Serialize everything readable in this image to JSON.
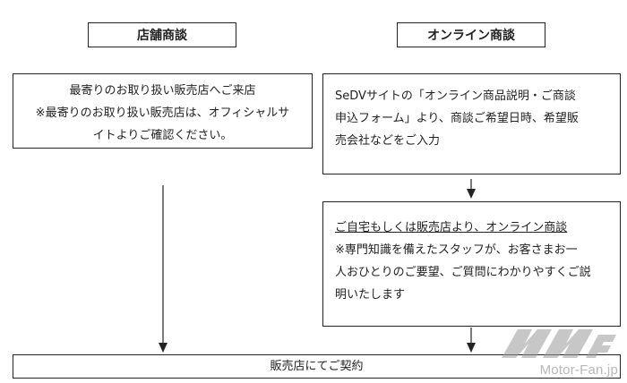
{
  "headers": {
    "left": "店舗商談",
    "right": "オンライン商談"
  },
  "left_box": {
    "line1": "最寄りのお取り扱い販売店へご来店",
    "line2": "※最寄りのお取り扱い販売店は、オフィシャルサ",
    "line3": "イトよりご確認ください。"
  },
  "right_box1": {
    "line1": "SeDVサイトの「オンライン商品説明・ご商談",
    "line2": "申込フォーム」より、商談ご希望日時、希望販",
    "line3": "売会社などをご入力"
  },
  "right_box2": {
    "line1": "ご自宅もしくは販売店より、オンライン商談",
    "line2": "※専門知識を備えたスタッフが、お客さまお一",
    "line3": "人おひとりのご要望、ご質問にわかりやすくご説",
    "line4": "明いたします"
  },
  "bottom_box": {
    "label": "販売店にてご契約"
  },
  "watermark": {
    "text": "Motor-Fan.jp"
  }
}
